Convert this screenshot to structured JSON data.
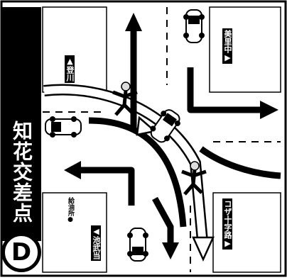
{
  "title": "知花交差点",
  "marker_letter": "D",
  "labels": {
    "north_left": "▲登川",
    "north_right": "美里中▶",
    "south_left_small": "給油所●",
    "south_right": "コザ十字路▶",
    "south_left_bottom": "◀池武当"
  }
}
